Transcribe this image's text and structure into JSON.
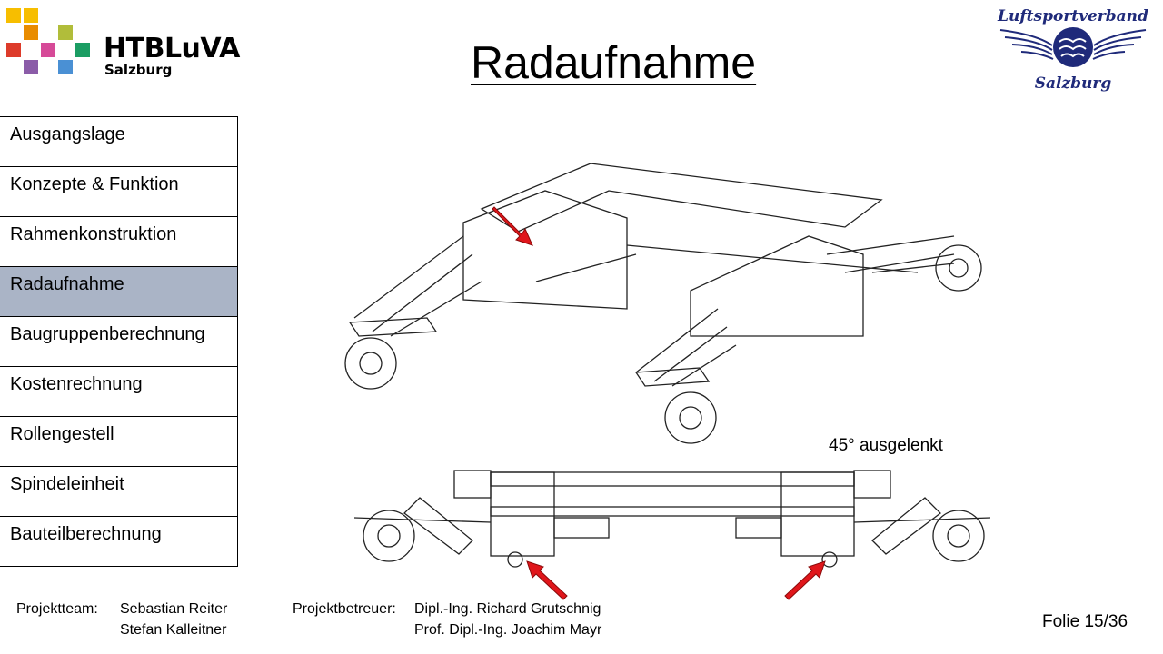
{
  "header": {
    "school_logo_text": "HTBLuVA",
    "school_logo_subtext": "Salzburg",
    "title": "Radaufnahme",
    "partner_logo_top": "Luftsportverband",
    "partner_logo_bottom": "Salzburg"
  },
  "nav": {
    "items": [
      {
        "label": "Ausgangslage",
        "active": false
      },
      {
        "label": "Konzepte & Funktion",
        "active": false
      },
      {
        "label": "Rahmenkonstruktion",
        "active": false
      },
      {
        "label": "Radaufnahme",
        "active": true
      },
      {
        "label": "Baugruppenberechnung",
        "active": false
      },
      {
        "label": "Kostenrechnung",
        "active": false
      },
      {
        "label": "Rollengestell",
        "active": false
      },
      {
        "label": "Spindeleinheit",
        "active": false
      },
      {
        "label": "Bauteilberechnung",
        "active": false
      }
    ]
  },
  "content": {
    "annotation": "45° ausgelenkt",
    "arrow_color": "#e0161b"
  },
  "footer": {
    "team_label": "Projektteam:",
    "team_members": [
      "Sebastian Reiter",
      "Stefan Kalleitner"
    ],
    "supervisor_label": "Projektbetreuer:",
    "supervisors": [
      "Dipl.-Ing. Richard Grutschnig",
      "Prof. Dipl.-Ing. Joachim Mayr"
    ],
    "slide_number": "Folie 15/36"
  }
}
